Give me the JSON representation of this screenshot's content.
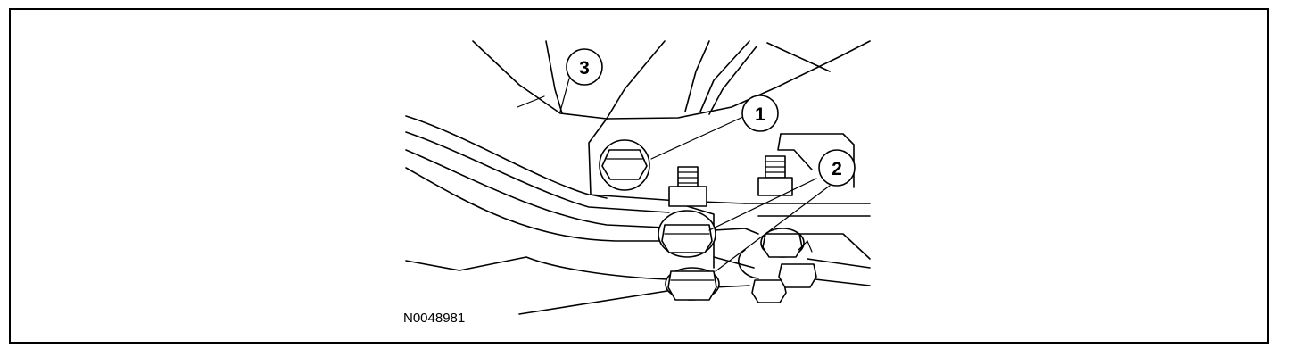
{
  "figure": {
    "id": "N0048981",
    "callouts": [
      {
        "label": "1"
      },
      {
        "label": "2"
      },
      {
        "label": "3"
      }
    ]
  },
  "colors": {
    "ink": "#000000",
    "paper": "#ffffff"
  }
}
